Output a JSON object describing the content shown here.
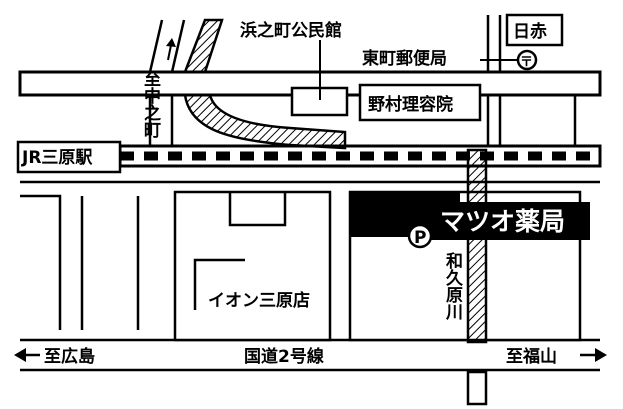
{
  "labels": {
    "community_hall": "浜之町公民館",
    "post_office": "東町郵便局",
    "red_cross": "日赤",
    "barber": "野村理容院",
    "station": "JR三原駅",
    "to_nakanocho": "至中之町",
    "pharmacy": "マツオ薬局",
    "parking": "P",
    "river": "和久原川",
    "aeon": "イオン三原店",
    "to_hiroshima": "至広島",
    "national_road": "国道2号線",
    "to_fukuyama": "至福山",
    "post_symbol": "〒"
  },
  "colors": {
    "ink": "#000000",
    "paper": "#ffffff"
  }
}
